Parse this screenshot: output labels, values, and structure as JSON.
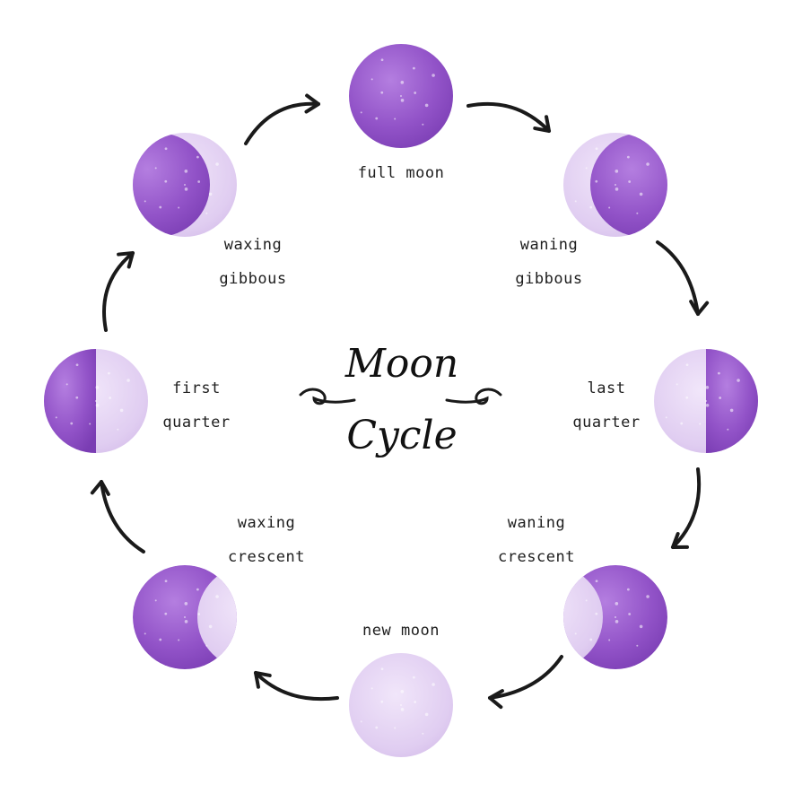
{
  "title": {
    "line1": "Moon",
    "line2": "Cycle"
  },
  "phases": [
    {
      "id": "full-moon",
      "lines": [
        "full moon"
      ],
      "lit": 1.0,
      "lit_side": "full"
    },
    {
      "id": "waning-gibbous",
      "lines": [
        "waning",
        "gibbous"
      ],
      "lit": 0.75,
      "lit_side": "left"
    },
    {
      "id": "last-quarter",
      "lines": [
        "last",
        "quarter"
      ],
      "lit": 0.5,
      "lit_side": "left"
    },
    {
      "id": "waning-crescent",
      "lines": [
        "waning",
        "crescent"
      ],
      "lit": 0.25,
      "lit_side": "left"
    },
    {
      "id": "new-moon",
      "lines": [
        "new moon"
      ],
      "lit": 0.0,
      "lit_side": "none"
    },
    {
      "id": "waxing-crescent",
      "lines": [
        "waxing",
        "crescent"
      ],
      "lit": 0.25,
      "lit_side": "right"
    },
    {
      "id": "first-quarter",
      "lines": [
        "first",
        "quarter"
      ],
      "lit": 0.5,
      "lit_side": "right"
    },
    {
      "id": "waxing-gibbous",
      "lines": [
        "waxing",
        "gibbous"
      ],
      "lit": 0.75,
      "lit_side": "right"
    }
  ],
  "colors": {
    "dark": "#8e4fc4",
    "dark_deep": "#7a3db3",
    "light": "#e3d2f2",
    "light_mid": "#d3bbea",
    "arrow": "#1a1a1a",
    "text": "#1e1e1e"
  }
}
